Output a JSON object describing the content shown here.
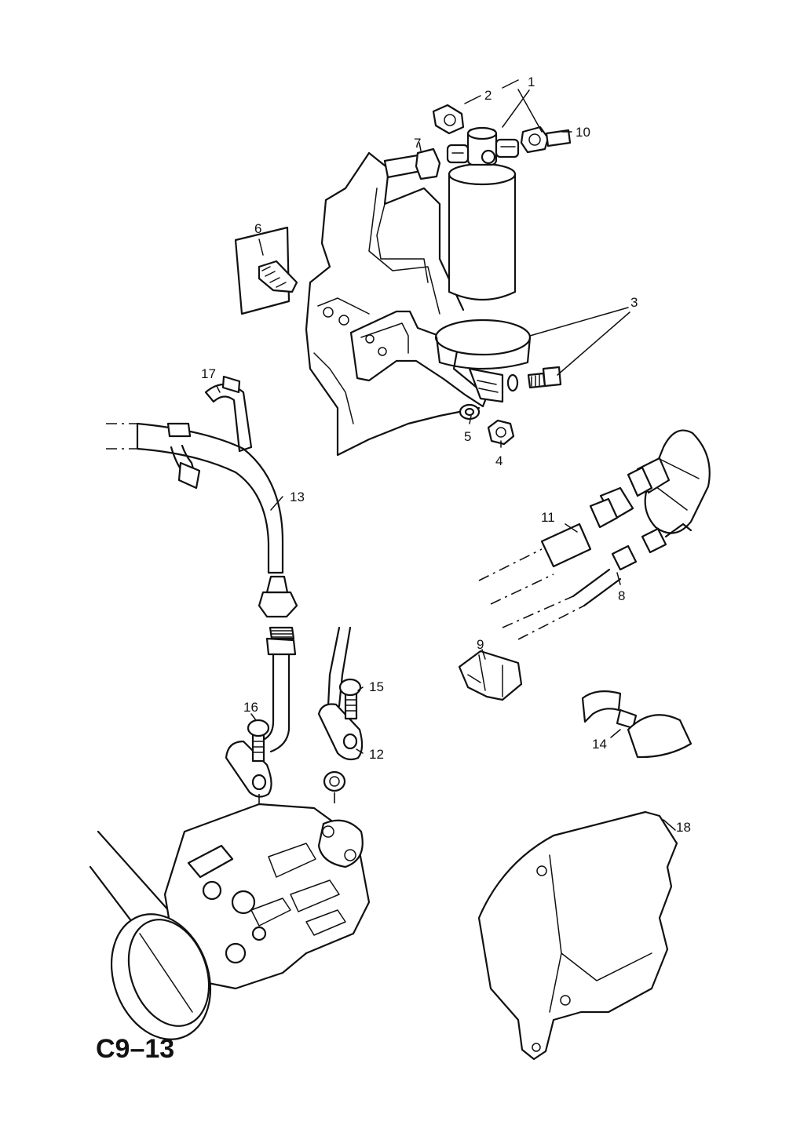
{
  "diagram_code": "C9–13",
  "callouts": [
    "1",
    "2",
    "3",
    "4",
    "5",
    "6",
    "7",
    "8",
    "9",
    "10",
    "11",
    "12",
    "13",
    "14",
    "15",
    "16",
    "17",
    "18"
  ]
}
